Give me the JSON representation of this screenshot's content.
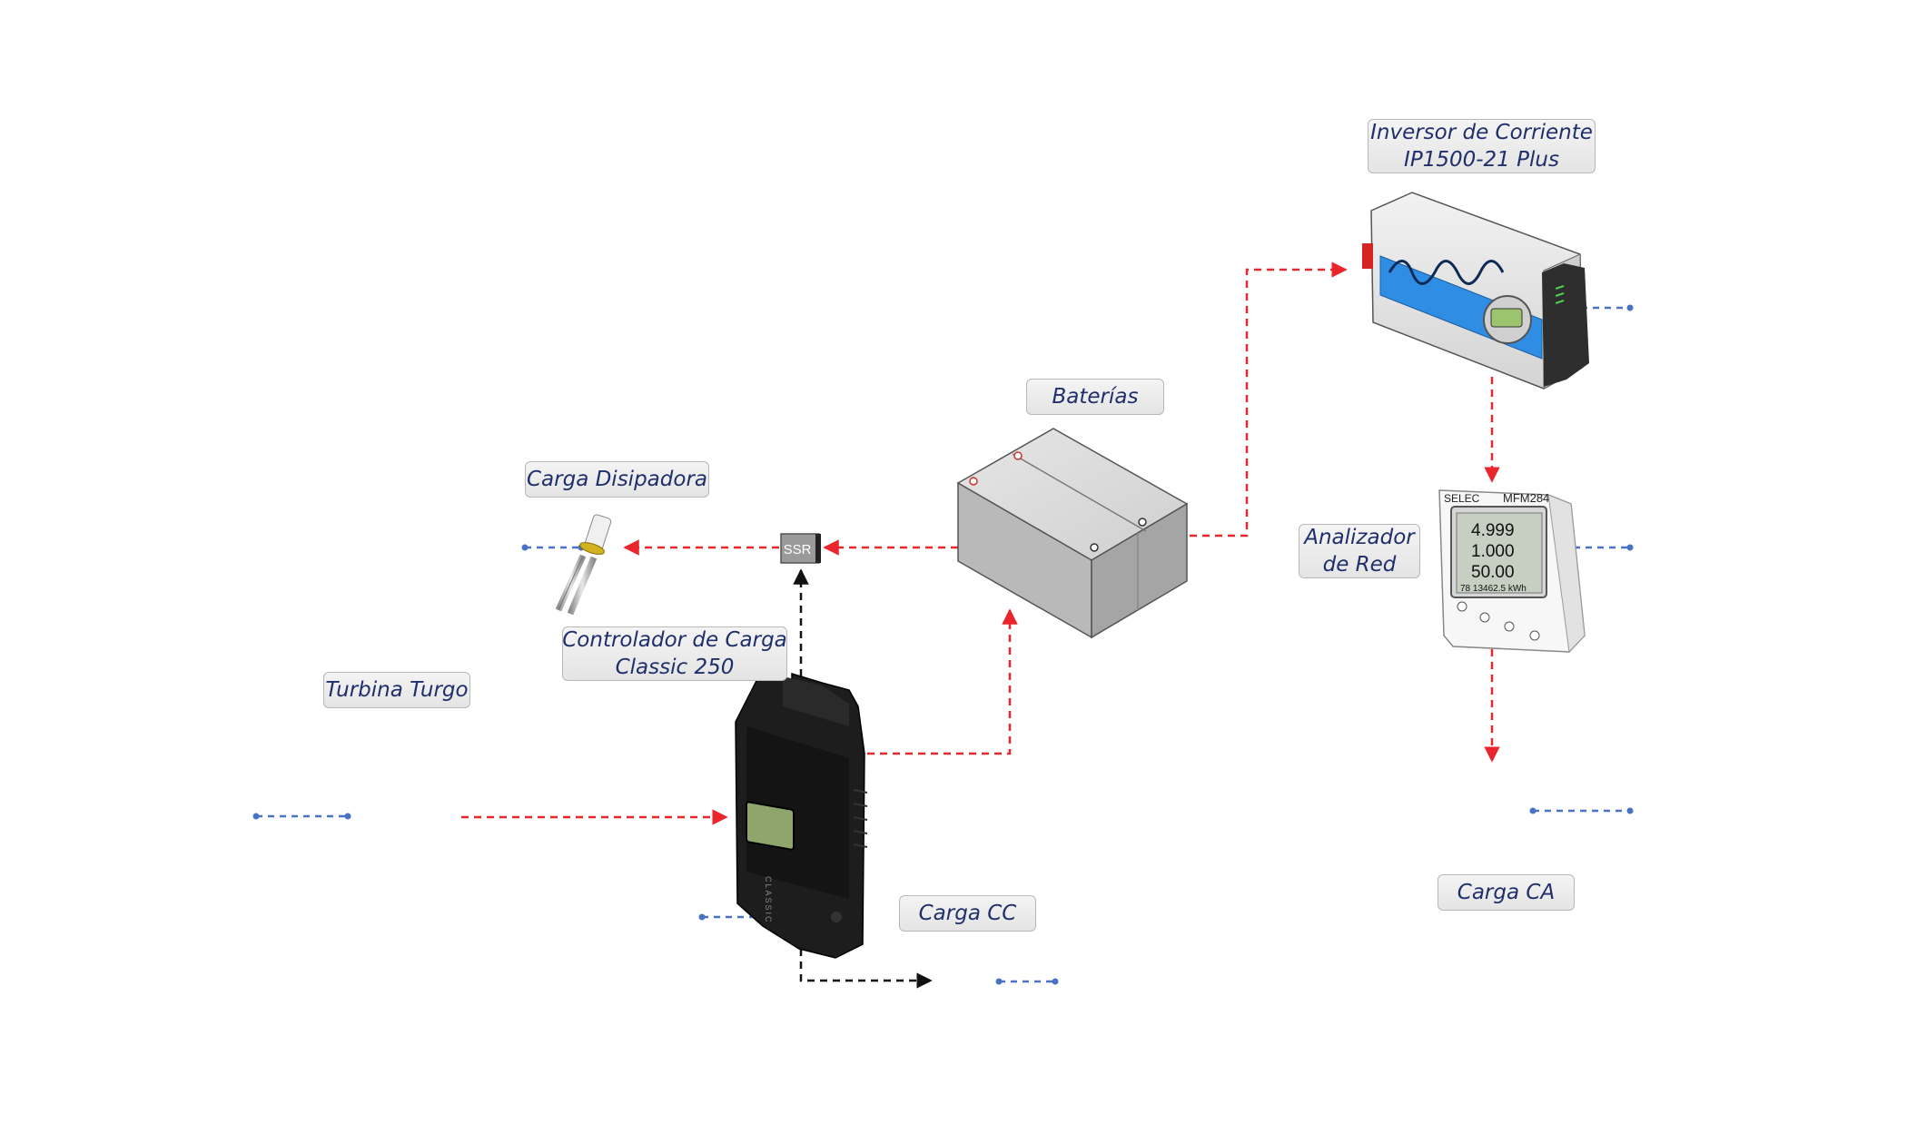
{
  "labels": {
    "inversor_line1": "Inversor de Corriente",
    "inversor_line2": "IP1500-21 Plus",
    "baterias": "Baterías",
    "carga_disipadora": "Carga Disipadora",
    "controlador_line1": "Controlador de Carga",
    "controlador_line2": "Classic 250",
    "turbina": "Turbina Turgo",
    "analizador_line1": "Analizador",
    "analizador_line2": "de Red",
    "carga_cc": "Carga CC",
    "carga_ca": "Carga CA"
  },
  "devices": {
    "ssr_text": "SSR",
    "meter_brand": "SELEC",
    "meter_model": "MFM284",
    "meter_readings": [
      "4.999",
      "1.000",
      "50.00"
    ],
    "meter_energy": "78 13462.5 kWh",
    "controller_vertical_text": "CLASSIC"
  },
  "colors": {
    "power_line": "#e8262b",
    "control_line": "#111111",
    "terminal_line": "#4a72c4",
    "label_text": "#1f2f6b",
    "inverter_accent": "#2f8de4"
  }
}
